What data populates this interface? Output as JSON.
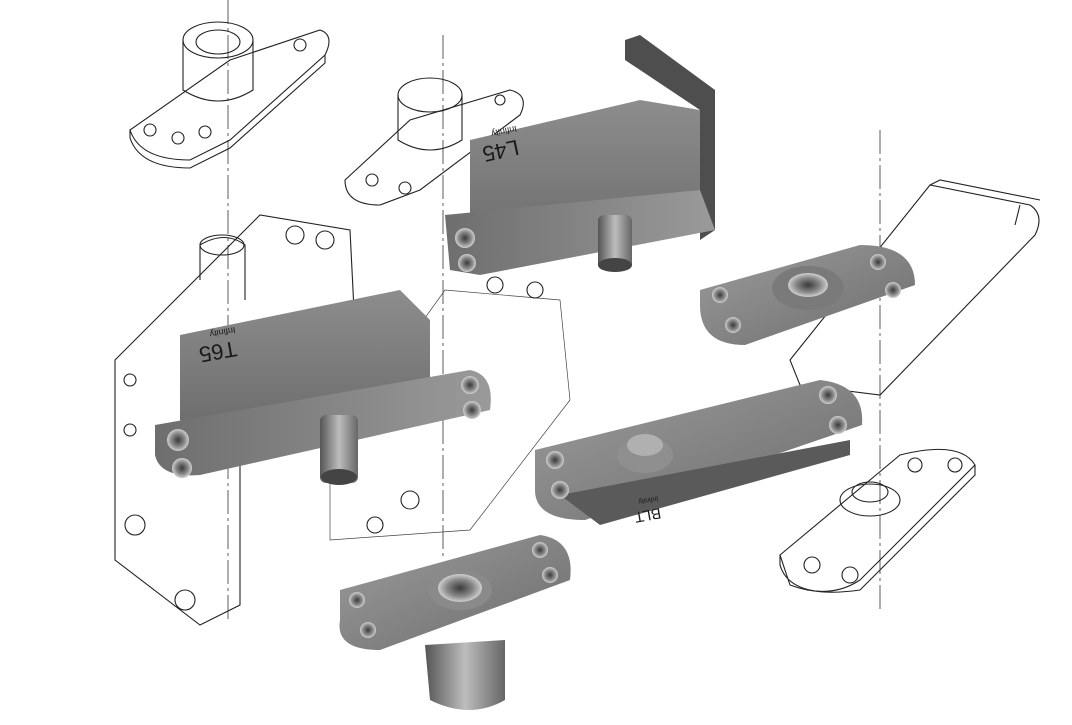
{
  "parts": {
    "l45": {
      "model": "L45",
      "brand": "Infinity"
    },
    "t65": {
      "model": "T65",
      "brand": "Infinity"
    },
    "blt": {
      "model": "BLT",
      "brand": "Infinity"
    }
  },
  "colors": {
    "metal_dark": "#5e5e5e",
    "metal_mid": "#8a8a8a",
    "metal_light": "#b5b5b5",
    "line": "#222222",
    "background": "#ffffff"
  }
}
